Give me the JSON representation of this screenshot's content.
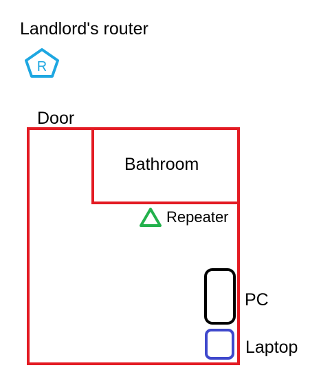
{
  "labels": {
    "router": "Landlord's router",
    "router_glyph": "R",
    "door": "Door",
    "bathroom": "Bathroom",
    "repeater": "Repeater",
    "pc": "PC",
    "laptop": "Laptop"
  },
  "colors": {
    "walls": "#e31b23",
    "router": "#1ea7e1",
    "repeater": "#22b14c",
    "pc": "#000000",
    "laptop": "#3f48cc",
    "text": "#000000"
  },
  "icons": {
    "router": "pentagon-router-icon",
    "repeater": "triangle-repeater-icon",
    "pc": "rounded-rectangle-pc-icon",
    "laptop": "rounded-square-laptop-icon"
  }
}
